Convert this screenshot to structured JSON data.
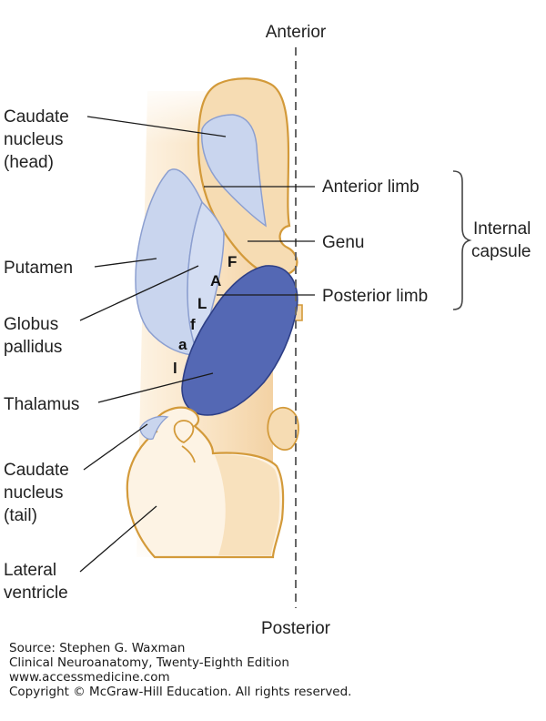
{
  "directions": {
    "anterior": "Anterior",
    "posterior": "Posterior"
  },
  "labels": {
    "caudate_head": [
      "Caudate",
      "nucleus",
      "(head)"
    ],
    "putamen": "Putamen",
    "globus_pallidus": [
      "Globus",
      "pallidus"
    ],
    "thalamus": "Thalamus",
    "caudate_tail": [
      "Caudate",
      "nucleus",
      "(tail)"
    ],
    "lateral_ventricle": [
      "Lateral",
      "ventricle"
    ],
    "anterior_limb": "Anterior limb",
    "genu": "Genu",
    "posterior_limb": "Posterior limb",
    "internal_capsule": [
      "Internal",
      "capsule"
    ]
  },
  "somatotopy_letters": [
    "F",
    "A",
    "L",
    "f",
    "a",
    "l"
  ],
  "credits": [
    "Source: Stephen G. Waxman",
    "Clinical Neuroanatomy, Twenty-Eighth Edition",
    "www.accessmedicine.com",
    "Copyright © McGraw-Hill Education. All rights reserved."
  ],
  "colors": {
    "white_matter": "#f6dcb3",
    "ventricle_outline": "#d39a3a",
    "basal_ganglia": "#c9d5ee",
    "basal_ganglia_outline": "#8c9fd0",
    "thalamus": "#5468b4",
    "thalamus_outline": "#2e3f86",
    "midline": "#666666"
  }
}
